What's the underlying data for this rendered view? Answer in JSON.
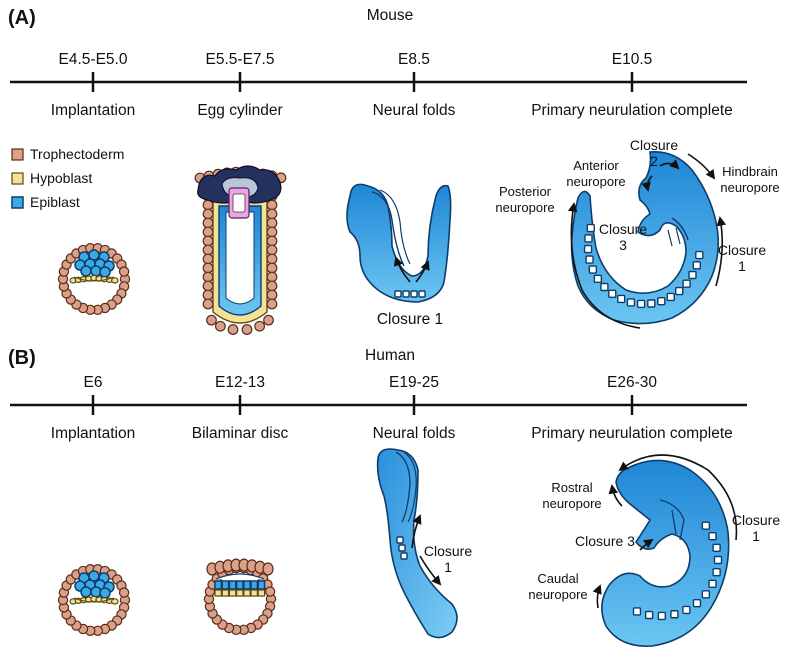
{
  "panel_a": {
    "label": "(A)",
    "title": "Mouse",
    "stages": [
      {
        "time": "E4.5-E5.0",
        "event": "Implantation"
      },
      {
        "time": "E5.5-E7.5",
        "event": "Egg cylinder"
      },
      {
        "time": "E8.5",
        "event": "Neural folds"
      },
      {
        "time": "E10.5",
        "event": "Primary neurulation complete"
      }
    ],
    "legend": [
      {
        "label": "Trophectoderm",
        "color": "#d9a08a"
      },
      {
        "label": "Hypoblast",
        "color": "#f6e19a"
      },
      {
        "label": "Epiblast",
        "color": "#3ba9e6"
      }
    ],
    "annotations": {
      "closure1_folds": "Closure 1",
      "closure2_line1": "Closure",
      "closure2_line2": "2",
      "anterior_line1": "Anterior",
      "anterior_line2": "neuropore",
      "hindbrain_line1": "Hindbrain",
      "hindbrain_line2": "neuropore",
      "posterior_line1": "Posterior",
      "posterior_line2": "neuropore",
      "closure3_line1": "Closure",
      "closure3_line2": "3",
      "closure1_line1": "Closure",
      "closure1_line2": "1"
    }
  },
  "panel_b": {
    "label": "(B)",
    "title": "Human",
    "stages": [
      {
        "time": "E6",
        "event": "Implantation"
      },
      {
        "time": "E12-13",
        "event": "Bilaminar disc"
      },
      {
        "time": "E19-25",
        "event": "Neural folds"
      },
      {
        "time": "E26-30",
        "event": "Primary neurulation complete"
      }
    ],
    "annotations": {
      "closure1_folds_line1": "Closure",
      "closure1_folds_line2": "1",
      "rostral_line1": "Rostral",
      "rostral_line2": "neuropore",
      "closure3": "Closure 3",
      "closure1_line1": "Closure",
      "closure1_line2": "1",
      "caudal_line1": "Caudal",
      "caudal_line2": "neuropore"
    }
  },
  "colors": {
    "trophectoderm": "#d9a08a",
    "hypoblast": "#f6e19a",
    "epiblast": "#3ba9e6",
    "outline": "#0d3d6b"
  }
}
